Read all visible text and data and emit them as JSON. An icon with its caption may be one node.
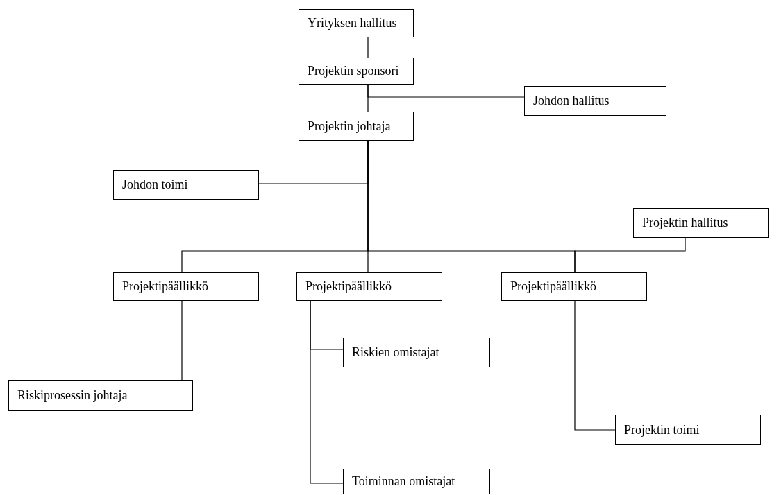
{
  "diagram": {
    "nodes": [
      {
        "text": [
          "Yrityksen hallitus"
        ]
      },
      {
        "text": [
          "Projektin sponsori"
        ]
      },
      {
        "text": [
          "Johdon hallitus"
        ]
      },
      {
        "text": [
          "Projektin johtaja"
        ]
      },
      {
        "text": [
          "Johdon toimi"
        ]
      },
      {
        "text": [
          "Projektin hallitus"
        ]
      },
      {
        "text": [
          "Projektipäällikkö"
        ]
      },
      {
        "text": [
          "Projektipäällikkö"
        ]
      },
      {
        "text": [
          "Projektipäällikkö"
        ]
      },
      {
        "text": [
          "Riskiprosessin johtaja"
        ]
      },
      {
        "text": [
          "Riskien omistajat"
        ]
      },
      {
        "text": [
          "Projektin toimi"
        ]
      },
      {
        "text": [
          "Toiminnan omistajat"
        ]
      }
    ],
    "edges": [
      {
        "from": 0,
        "to": 1,
        "arrow": "none"
      },
      {
        "from": 1,
        "to": 3,
        "arrow": "none"
      },
      {
        "from": 1,
        "to": 2,
        "arrow": "none"
      },
      {
        "from": 3,
        "to": 4,
        "arrow": "none"
      },
      {
        "from": 3,
        "to": 6,
        "arrow": "none"
      },
      {
        "from": 3,
        "to": 7,
        "arrow": "none"
      },
      {
        "from": 3,
        "to": 8,
        "arrow": "none"
      },
      {
        "from": 5,
        "to": 8,
        "arrow": "none"
      },
      {
        "from": 6,
        "to": 9,
        "arrow": "none"
      },
      {
        "from": 7,
        "to": 10,
        "arrow": "none"
      },
      {
        "from": 7,
        "to": 12,
        "arrow": "none"
      },
      {
        "from": 8,
        "to": 11,
        "arrow": "none"
      }
    ]
  }
}
